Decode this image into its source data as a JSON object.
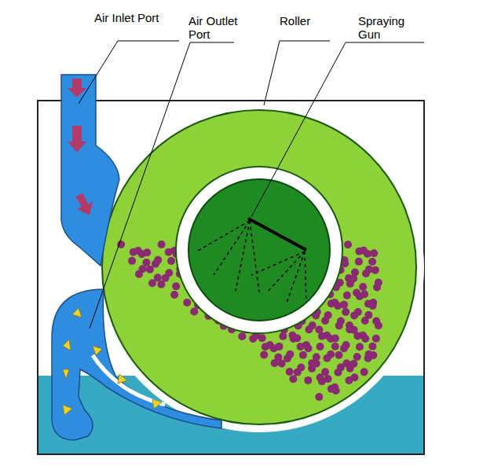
{
  "diagram": {
    "labels": [
      "Air Inlet Port",
      "Air Outlet Port",
      "Roller",
      "Spraying Gun"
    ]
  }
}
